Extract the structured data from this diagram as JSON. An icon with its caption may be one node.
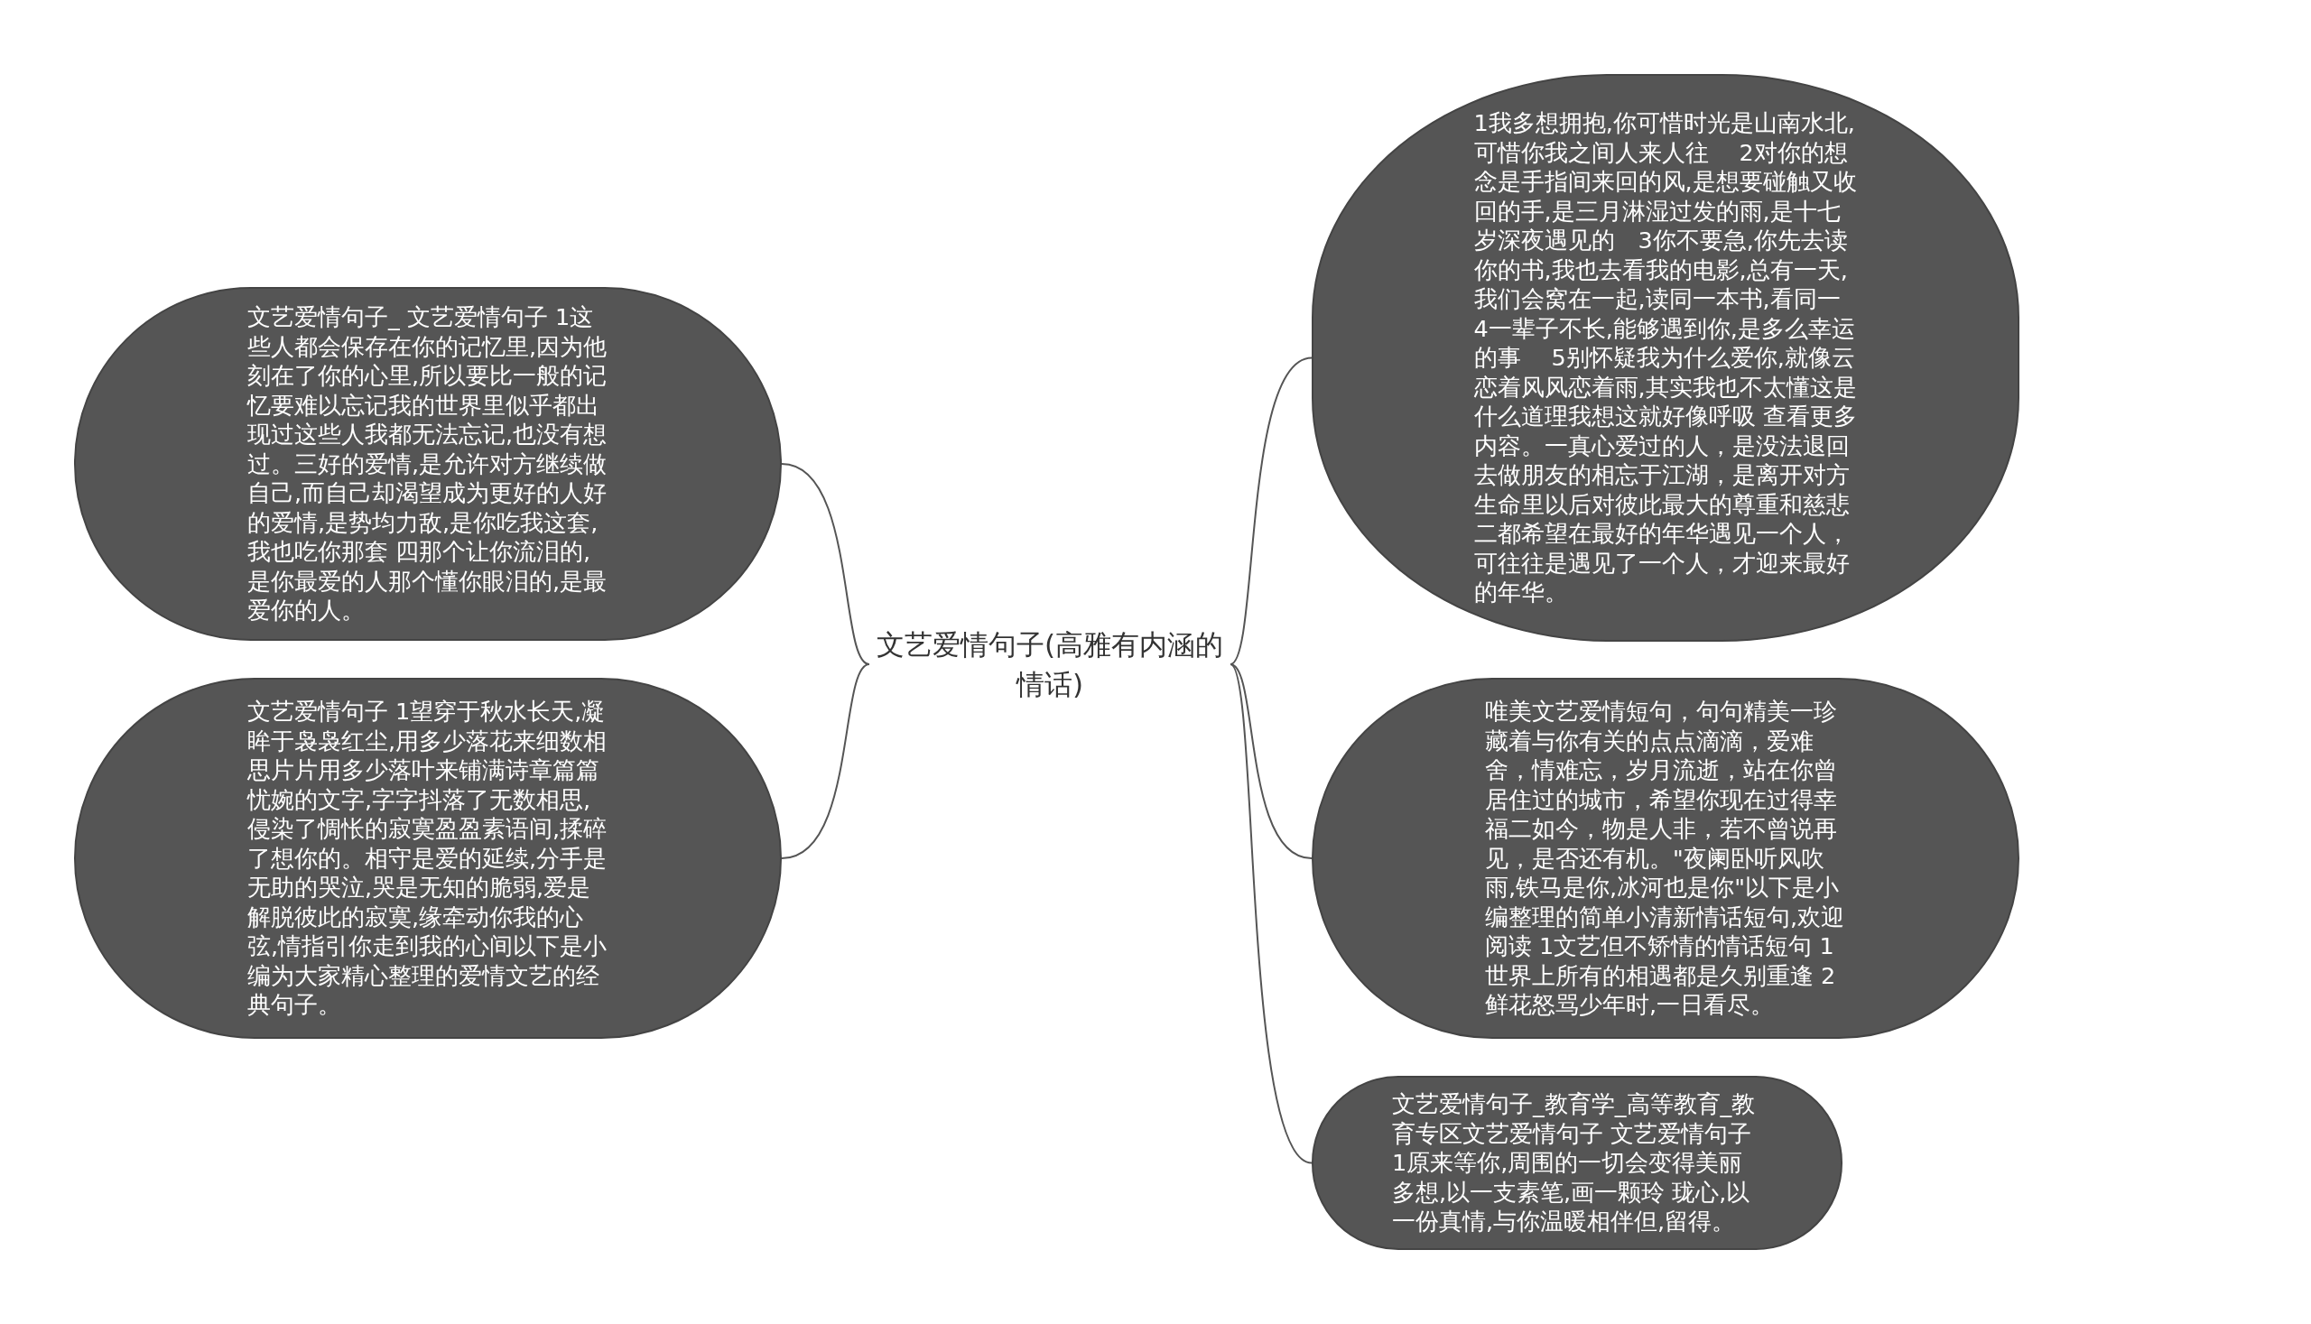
{
  "diagram": {
    "nodes": [
      {
        "text": [
          "文艺爱情句子(高雅有内涵的情话)"
        ]
      },
      {
        "text": [
          "文艺爱情句子_ 文艺爱情句子 1这些人都会保存在你的记忆里,因为他刻在了你的心里,所以要比一般的记忆要难以忘记我的世界里似乎都出现过这些人我都无法忘记,也没有想过。三好的爱情,是允许对方继续做自己,而自己却渴望成为更好的人好的爱情,是势均力敌,是你吃我这套,我也吃你那套 四那个让你流泪的,是你最爱的人那个懂你眼泪的,是最爱你的人。"
        ]
      },
      {
        "text": [
          "文艺爱情句子 1望穿于秋水长天,凝眸于袅袅红尘,用多少落花来细数相思片片用多少落叶来铺满诗章篇篇忧婉的文字,字字抖落了无数相思,侵染了惆怅的寂寞盈盈素语间,揉碎了想你的。相守是爱的延续,分手是无助的哭泣,哭是无知的脆弱,爱是解脱彼此的寂寞,缘牵动你我的心弦,情指引你走到我的心间以下是小编为大家精心整理的爱情文艺的经典句子。"
        ]
      },
      {
        "text": [
          "1我多想拥抱,你可惜时光是山南水北,可惜你我之间人来人往　 2对你的想念是手指间来回的风,是想要碰触又收回的手,是三月淋湿过发的雨,是十七岁深夜遇见的　3你不要急,你先去读你的书,我也去看我的电影,总有一天,我们会窝在一起,读同一本书,看同一　4一辈子不长,能够遇到你,是多么幸运的事　 5别怀疑我为什么爱你,就像云恋着风风恋着雨,其实我也不太懂这是什么道理我想这就好像呼吸 查看更多内容。一真心爱过的人，是没法退回去做朋友的相忘于江湖，是离开对方生命里以后对彼此最大的尊重和慈悲二都希望在最好的年华遇见一个人，可往往是遇见了一个人，才迎来最好的年华。"
        ]
      },
      {
        "text": [
          "唯美文艺爱情短句，句句精美一珍藏着与你有关的点点滴滴，爱难舍，情难忘，岁月流逝，站在你曾居住过的城市，希望你现在过得幸福二如今，物是人非，若不曾说再见，是否还有机。\"夜阑卧听风吹雨,铁马是你,冰河也是你\"以下是小编整理的简单小清新情话短句,欢迎阅读 1文艺但不矫情的情话短句 1世界上所有的相遇都是久别重逢 2鲜花怒骂少年时,一日看尽。"
        ]
      },
      {
        "text": [
          "文艺爱情句子_教育学_高等教育_教育专区文艺爱情句子 文艺爱情句子 1原来等你,周围的一切会变得美丽多想,以一支素笔,画一颗玲 珑心,以一份真情,与你温暖相伴但,留得。"
        ]
      }
    ],
    "edges": [
      {
        "from": 0,
        "to": 1,
        "arrow": "none"
      },
      {
        "from": 0,
        "to": 2,
        "arrow": "none"
      },
      {
        "from": 0,
        "to": 3,
        "arrow": "none"
      },
      {
        "from": 0,
        "to": 4,
        "arrow": "none"
      },
      {
        "from": 0,
        "to": 5,
        "arrow": "none"
      }
    ]
  }
}
